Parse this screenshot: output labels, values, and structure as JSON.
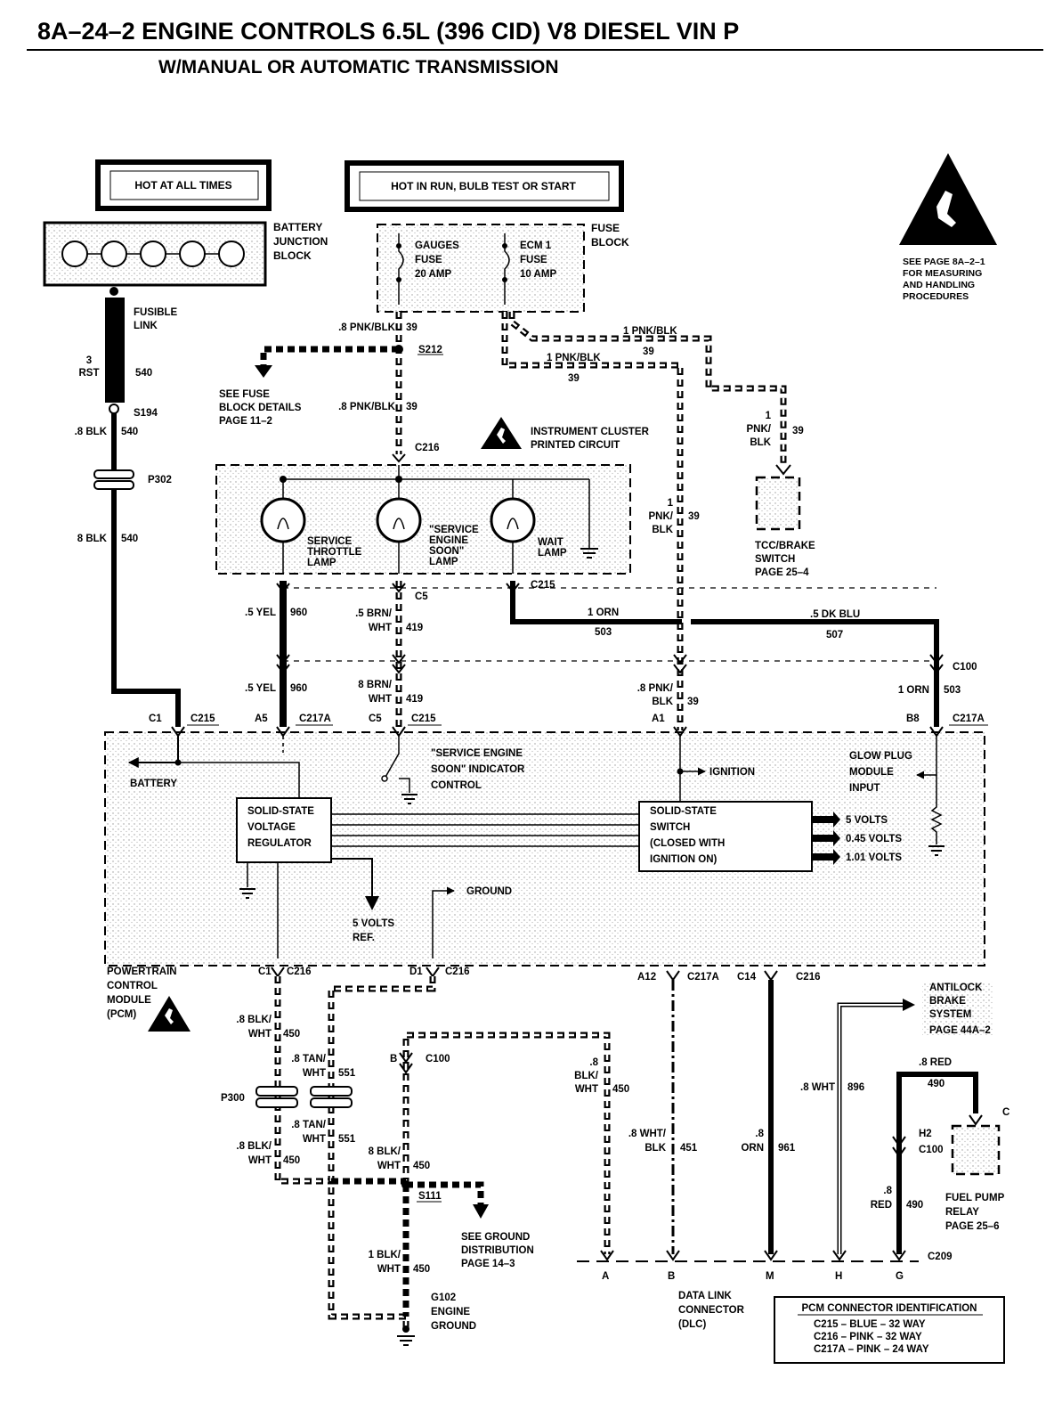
{
  "header": {
    "title": "8A–24–2  ENGINE CONTROLS 6.5L (396 CID) V8 DIESEL VIN P",
    "subtitle": "W/MANUAL OR AUTOMATIC TRANSMISSION"
  },
  "power_sources": {
    "hot_at_all_times": "HOT AT ALL TIMES",
    "hot_in_run": "HOT IN RUN, BULB TEST OR START"
  },
  "battery_junction_block": [
    "BATTERY",
    "JUNCTION",
    "BLOCK"
  ],
  "fuse_block": {
    "label": [
      "FUSE",
      "BLOCK"
    ],
    "gauges_fuse": [
      "GAUGES",
      "FUSE",
      "20 AMP"
    ],
    "ecm_fuse": [
      "ECM 1",
      "FUSE",
      "10 AMP"
    ]
  },
  "esd_note": [
    "SEE PAGE 8A–2–1",
    "FOR MEASURING",
    "AND HANDLING",
    "PROCEDURES"
  ],
  "fusible_link": [
    "FUSIBLE",
    "LINK"
  ],
  "wires": {
    "rst_gauge": "3",
    "rst_color": "RST",
    "rst_circuit": "540",
    "blk_540_a": ".8 BLK",
    "blk_540_a_circuit": "540",
    "blk_540_b": "8 BLK",
    "blk_540_b_circuit": "540",
    "pnk_blk_1": ".8 PNK/BLK",
    "pnk_blk_1_circuit": "39",
    "pnk_blk_2": ".8 PNK/BLK",
    "pnk_blk_2_circuit": "39",
    "pnk_blk_top": "1 PNK/BLK",
    "pnk_blk_top_circuit": "39",
    "pnk_blk_mid": "1 PNK/BLK",
    "pnk_blk_mid_circuit": "39",
    "pnk_tcc_a": "1",
    "pnk_tcc_b": "PNK/",
    "pnk_tcc_c": "BLK",
    "pnk_tcc_circuit": "39",
    "pnk_vert_a": "1",
    "pnk_vert_b": "PNK/",
    "pnk_vert_c": "BLK",
    "pnk_vert_circuit": "39",
    "yel_top": ".5 YEL",
    "yel_top_circuit": "960",
    "yel_bot": ".5 YEL",
    "yel_bot_circuit": "960",
    "brn_top_a": ".5  BRN/",
    "brn_top_b": "WHT",
    "brn_top_circuit": "419",
    "brn_bot_a": "8  BRN/",
    "brn_bot_b": "WHT",
    "brn_bot_circuit": "419",
    "orn_top": "1 ORN",
    "orn_top_circuit": "503",
    "dkblu": ".5 DK BLU",
    "dkblu_circuit": "507",
    "orn_right": "1 ORN",
    "orn_right_circuit": "503",
    "pnk_a1_a": ".8  PNK/",
    "pnk_a1_b": "BLK",
    "pnk_a1_circuit": "39",
    "blkwht_1_a": ".8 BLK/",
    "blkwht_1_b": "WHT",
    "blkwht_1_circuit": "450",
    "tanwht_1_a": ".8 TAN/",
    "tanwht_1_b": "WHT",
    "tanwht_1_circuit": "551",
    "tanwht_2_a": ".8 TAN/",
    "tanwht_2_b": "WHT",
    "tanwht_2_circuit": "551",
    "blkwht_2_a": ".8 BLK/",
    "blkwht_2_b": "WHT",
    "blkwht_2_circuit": "450",
    "blkwht_3_a": "8 BLK/",
    "blkwht_3_b": "WHT",
    "blkwht_3_circuit": "450",
    "blkwht_4_a": ".8",
    "blkwht_4_b": "BLK/",
    "blkwht_4_c": "WHT",
    "blkwht_4_circuit": "450",
    "blkwht_5_a": "1 BLK/",
    "blkwht_5_b": "WHT",
    "blkwht_5_circuit": "450",
    "whtblk_a": ".8  WHT/",
    "whtblk_b": "BLK",
    "whtblk_circuit": "451",
    "orn961_a": ".8",
    "orn961_b": "ORN",
    "orn961_circuit": "961",
    "wht896": ".8  WHT",
    "wht896_circuit": "896",
    "red_top": ".8 RED",
    "red_top_circuit": "490",
    "red_bot_a": ".8",
    "red_bot_b": "RED",
    "red_bot_circuit": "490"
  },
  "splices": {
    "s212": "S212",
    "s194": "S194",
    "s111": "S111"
  },
  "connectors": {
    "p302": "P302",
    "p300": "P300",
    "c216_top": "C216",
    "c5_top": "C5",
    "c215_top": "C215",
    "c100_right": "C100",
    "c1": "C1",
    "c215_a": "C215",
    "a5": "A5",
    "c217a_a": "C217A",
    "c5": "C5",
    "c215_b": "C215",
    "a1": "A1",
    "b8": "B8",
    "c217a_b": "C217A",
    "c1_bot": "C1",
    "c216_bot1": "C216",
    "d1": "D1",
    "c216_bot2": "C216",
    "a12": "A12",
    "c217a_bot": "C217A",
    "c14": "C14",
    "c216_bot3": "C216",
    "b_c100": "B",
    "c100_b": "C100",
    "h2": "H2",
    "c100_h2": "C100",
    "c_relay": "C",
    "c209": "C209",
    "dlc_a": "A",
    "dlc_b": "B",
    "dlc_m": "M",
    "dlc_h": "H",
    "dlc_g": "G"
  },
  "notes": {
    "see_fuse_block": [
      "SEE FUSE",
      "BLOCK DETAILS",
      "PAGE 11–2"
    ],
    "instrument_cluster": [
      "INSTRUMENT CLUSTER",
      "PRINTED CIRCUIT"
    ],
    "tcc_brake": [
      "TCC/BRAKE",
      "SWITCH",
      "PAGE 25–4"
    ],
    "see_ground": [
      "SEE GROUND",
      "DISTRIBUTION",
      "PAGE 14–3"
    ],
    "engine_ground": [
      "G102",
      "ENGINE",
      "GROUND"
    ],
    "data_link": [
      "DATA LINK",
      "CONNECTOR",
      "(DLC)"
    ],
    "antilock": [
      "ANTILOCK",
      "BRAKE",
      "SYSTEM",
      "PAGE 44A–2"
    ],
    "fuel_pump": [
      "FUEL PUMP",
      "RELAY",
      "PAGE 25–6"
    ],
    "pcm": [
      "POWERTRAIN",
      "CONTROL",
      "MODULE",
      "(PCM)"
    ]
  },
  "lamps": {
    "service_throttle": [
      "SERVICE",
      "THROTTLE",
      "LAMP"
    ],
    "service_engine": [
      "\"SERVICE",
      "ENGINE",
      "SOON\"",
      "LAMP"
    ],
    "wait": [
      "WAIT",
      "LAMP"
    ]
  },
  "pcm_internal": {
    "battery": "BATTERY",
    "ses_control": [
      "\"SERVICE ENGINE",
      "SOON\" INDICATOR",
      "CONTROL"
    ],
    "ignition": "IGNITION",
    "glow_plug": [
      "GLOW PLUG",
      "MODULE",
      "INPUT"
    ],
    "regulator": [
      "SOLID-STATE",
      "VOLTAGE",
      "REGULATOR"
    ],
    "switch": [
      "SOLID-STATE",
      "SWITCH",
      "(CLOSED WITH",
      "IGNITION ON)"
    ],
    "v5": "5 VOLTS",
    "v045": "0.45 VOLTS",
    "v101": "1.01 VOLTS",
    "ground": "GROUND",
    "ref": [
      "5 VOLTS",
      "REF."
    ]
  },
  "connector_id": {
    "title": "PCM CONNECTOR IDENTIFICATION",
    "rows": [
      "C215  –   BLUE  – 32 WAY",
      "C216  –   PINK   – 32 WAY",
      "C217A –  PINK   – 24 WAY"
    ]
  }
}
